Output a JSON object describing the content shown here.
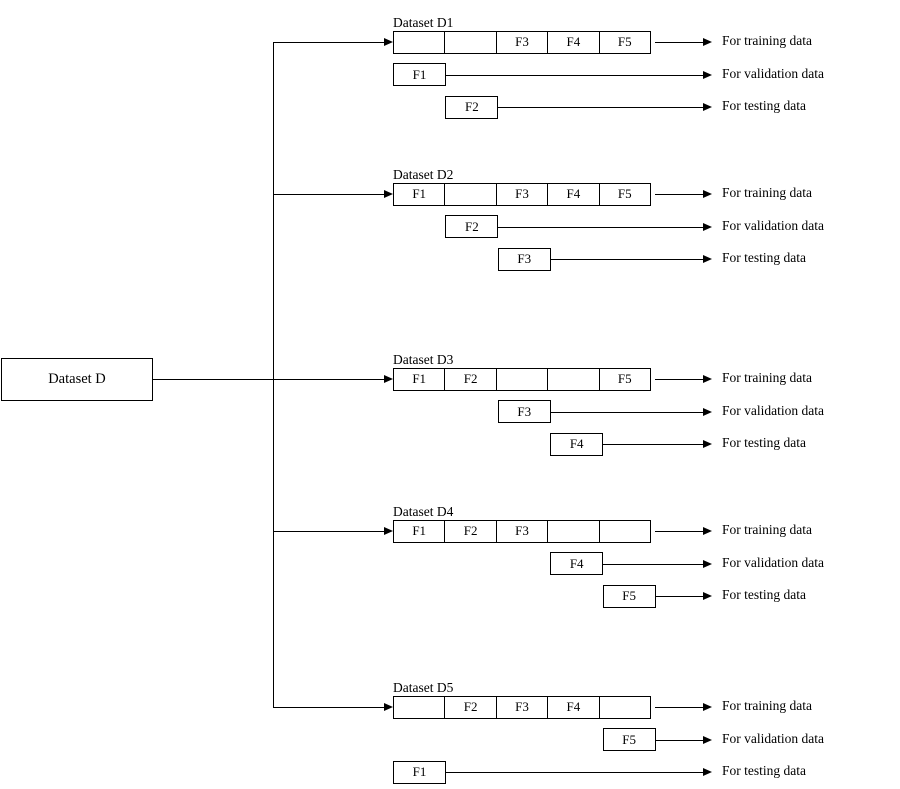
{
  "diagram": {
    "title_present": false,
    "root": {
      "label": "Dataset D"
    },
    "outputs": {
      "training": "For training data",
      "validation": "For validation data",
      "testing": "For testing data"
    },
    "folds": [
      "F1",
      "F2",
      "F3",
      "F4",
      "F5"
    ],
    "groups": [
      {
        "title": "Dataset D1",
        "training_cells": [
          "",
          "",
          "F3",
          "F4",
          "F5"
        ],
        "validation": {
          "label": "F1",
          "index": 0
        },
        "testing": {
          "label": "F2",
          "index": 1
        }
      },
      {
        "title": "Dataset D2",
        "training_cells": [
          "F1",
          "",
          "F3",
          "F4",
          "F5"
        ],
        "validation": {
          "label": "F2",
          "index": 1
        },
        "testing": {
          "label": "F3",
          "index": 2
        }
      },
      {
        "title": "Dataset D3",
        "training_cells": [
          "F1",
          "F2",
          "",
          "",
          "F5"
        ],
        "validation": {
          "label": "F3",
          "index": 2
        },
        "testing": {
          "label": "F4",
          "index": 3
        }
      },
      {
        "title": "Dataset D4",
        "training_cells": [
          "F1",
          "F2",
          "F3",
          "",
          ""
        ],
        "validation": {
          "label": "F4",
          "index": 3
        },
        "testing": {
          "label": "F5",
          "index": 4
        }
      },
      {
        "title": "Dataset D5",
        "training_cells": [
          "",
          "F2",
          "F3",
          "F4",
          ""
        ],
        "validation": {
          "label": "F5",
          "index": 4
        },
        "testing": {
          "label": "F1",
          "index": 0
        }
      }
    ]
  },
  "colors": {
    "stroke": "#000000",
    "background": "#ffffff"
  }
}
